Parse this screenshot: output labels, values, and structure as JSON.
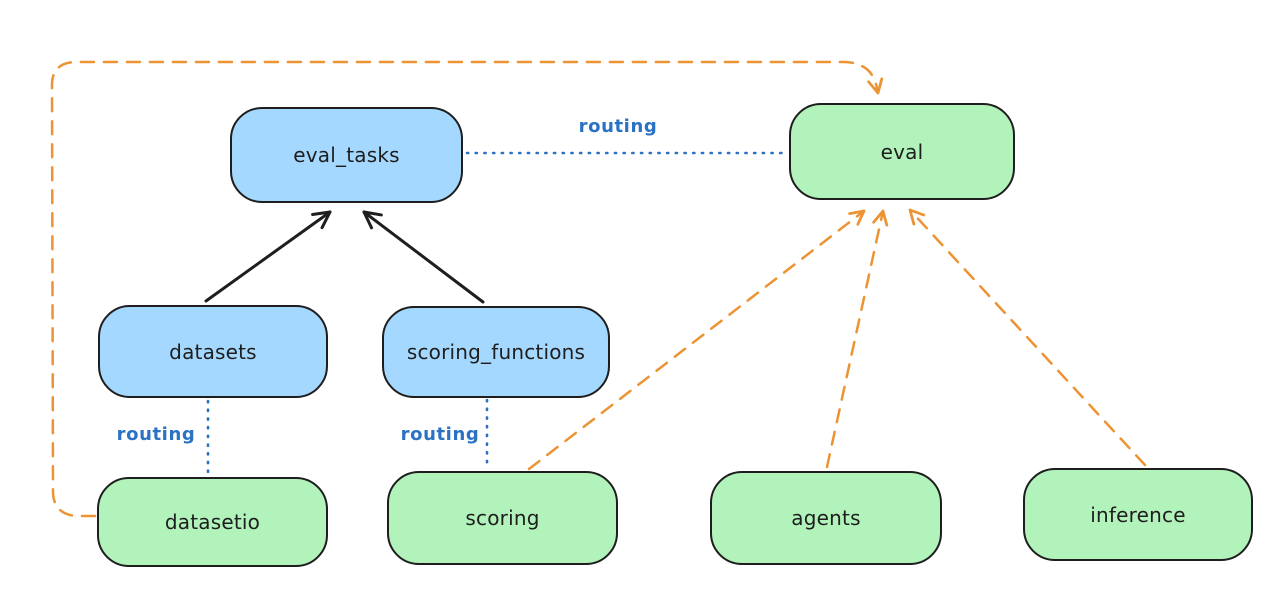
{
  "diagram": {
    "type": "architecture-diagram",
    "background": "#ffffff",
    "nodes": {
      "eval_tasks": {
        "label": "eval_tasks",
        "fill": "#a5d8ff",
        "stroke": "#1e1e1e"
      },
      "eval": {
        "label": "eval",
        "fill": "#b2f2bb",
        "stroke": "#1e1e1e"
      },
      "datasets": {
        "label": "datasets",
        "fill": "#a5d8ff",
        "stroke": "#1e1e1e"
      },
      "scoring_functions": {
        "label": "scoring_functions",
        "fill": "#a5d8ff",
        "stroke": "#1e1e1e"
      },
      "datasetio": {
        "label": "datasetio",
        "fill": "#b2f2bb",
        "stroke": "#1e1e1e"
      },
      "scoring": {
        "label": "scoring",
        "fill": "#b2f2bb",
        "stroke": "#1e1e1e"
      },
      "agents": {
        "label": "agents",
        "fill": "#b2f2bb",
        "stroke": "#1e1e1e"
      },
      "inference": {
        "label": "inference",
        "fill": "#b2f2bb",
        "stroke": "#1e1e1e"
      }
    },
    "edges": [
      {
        "from": "datasets",
        "to": "eval_tasks",
        "style": "solid",
        "arrow": true,
        "color": "#1e1e1e",
        "label": ""
      },
      {
        "from": "scoring_functions",
        "to": "eval_tasks",
        "style": "solid",
        "arrow": true,
        "color": "#1e1e1e",
        "label": ""
      },
      {
        "from": "eval_tasks",
        "to": "eval",
        "style": "dotted",
        "arrow": false,
        "color": "#2b72c4",
        "label": "routing"
      },
      {
        "from": "datasets",
        "to": "datasetio",
        "style": "dotted",
        "arrow": false,
        "color": "#2b72c4",
        "label": "routing"
      },
      {
        "from": "scoring_functions",
        "to": "scoring",
        "style": "dotted",
        "arrow": false,
        "color": "#2b72c4",
        "label": "routing"
      },
      {
        "from": "datasetio",
        "to": "eval",
        "style": "dashed",
        "arrow": true,
        "color": "#ec9333",
        "label": ""
      },
      {
        "from": "scoring",
        "to": "eval",
        "style": "dashed",
        "arrow": true,
        "color": "#ec9333",
        "label": ""
      },
      {
        "from": "agents",
        "to": "eval",
        "style": "dashed",
        "arrow": true,
        "color": "#ec9333",
        "label": ""
      },
      {
        "from": "inference",
        "to": "eval",
        "style": "dashed",
        "arrow": true,
        "color": "#ec9333",
        "label": ""
      }
    ],
    "colors": {
      "blue_fill": "#a5d8ff",
      "green_fill": "#b2f2bb",
      "node_stroke": "#1e1e1e",
      "routing_blue": "#2b72c4",
      "dashed_orange": "#ec9333"
    }
  }
}
